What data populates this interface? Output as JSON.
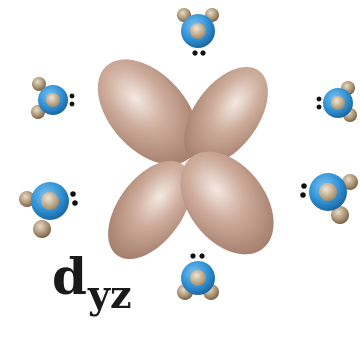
{
  "orbital": {
    "name": "d",
    "subscript": "yz",
    "lobe_color": "#b8907e",
    "lobe_highlight": "#f2e6df"
  },
  "ligands": {
    "count": 6,
    "molecule": "water",
    "oxygen_color": "#2d8fd3",
    "hydrogen_color": "#8c7558",
    "lone_pair_color": "#111111"
  }
}
